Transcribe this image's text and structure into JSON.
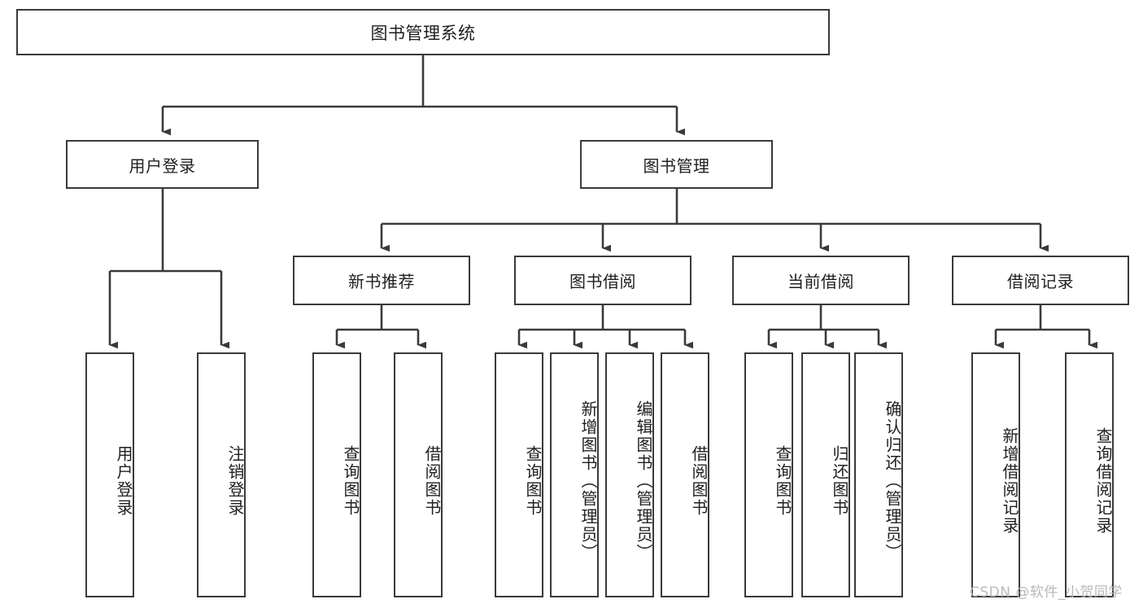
{
  "diagram": {
    "title": "图书管理系统",
    "type": "functional-structure-tree",
    "root": {
      "label": "图书管理系统"
    },
    "level2": [
      {
        "id": "user-login",
        "label": "用户登录"
      },
      {
        "id": "book-management",
        "label": "图书管理"
      }
    ],
    "level3": [
      {
        "id": "new-book-recommend",
        "label": "新书推荐",
        "parent": "book-management"
      },
      {
        "id": "book-borrow",
        "label": "图书借阅",
        "parent": "book-management"
      },
      {
        "id": "current-borrow",
        "label": "当前借阅",
        "parent": "book-management"
      },
      {
        "id": "borrow-record",
        "label": "借阅记录",
        "parent": "book-management"
      }
    ],
    "leaves": {
      "user-login": [
        {
          "id": "leaf-user-login",
          "label": "用户登录"
        },
        {
          "id": "leaf-user-logout",
          "label": "注销登录"
        }
      ],
      "new-book-recommend": [
        {
          "id": "leaf-query-book-1",
          "label": "查询图书"
        },
        {
          "id": "leaf-borrow-book-1",
          "label": "借阅图书"
        }
      ],
      "book-borrow": [
        {
          "id": "leaf-query-book-2",
          "label": "查询图书"
        },
        {
          "id": "leaf-add-book",
          "label": "新增图书（管理员）"
        },
        {
          "id": "leaf-edit-book",
          "label": "编辑图书（管理员）"
        },
        {
          "id": "leaf-borrow-book-2",
          "label": "借阅图书"
        }
      ],
      "current-borrow": [
        {
          "id": "leaf-query-book-3",
          "label": "查询图书"
        },
        {
          "id": "leaf-return-book",
          "label": "归还图书"
        },
        {
          "id": "leaf-confirm-return",
          "label": "确认归还（管理员）"
        }
      ],
      "borrow-record": [
        {
          "id": "leaf-add-record",
          "label": "新增借阅记录"
        },
        {
          "id": "leaf-query-record",
          "label": "查询借阅记录"
        }
      ]
    }
  },
  "watermark": {
    "text": "CSDN @软件_小贺同学"
  },
  "colors": {
    "stroke": "#3a3a3a",
    "box_fill": "#ffffff",
    "text": "#1f1f1f",
    "watermark": "#b9b9b9",
    "background": "#ffffff"
  }
}
